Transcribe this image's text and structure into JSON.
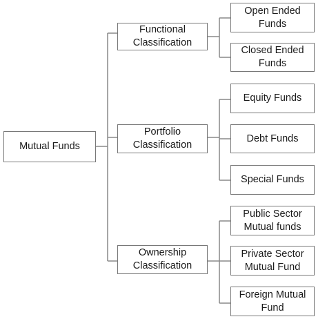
{
  "root": {
    "label": "Mutual Funds"
  },
  "categories": [
    {
      "label": "Functional\nClassification",
      "children": [
        "Open Ended\nFunds",
        "Closed Ended\nFunds"
      ]
    },
    {
      "label": "Portfolio\nClassification",
      "children": [
        "Equity Funds",
        "Debt Funds",
        "Special Funds"
      ]
    },
    {
      "label": "Ownership\nClassification",
      "children": [
        "Public Sector\nMutual funds",
        "Private Sector\nMutual Fund",
        "Foreign Mutual\nFund"
      ]
    }
  ],
  "colors": {
    "box_border": "#777777",
    "connector": "#888888",
    "text": "#1a1a1a",
    "background": "#ffffff"
  }
}
